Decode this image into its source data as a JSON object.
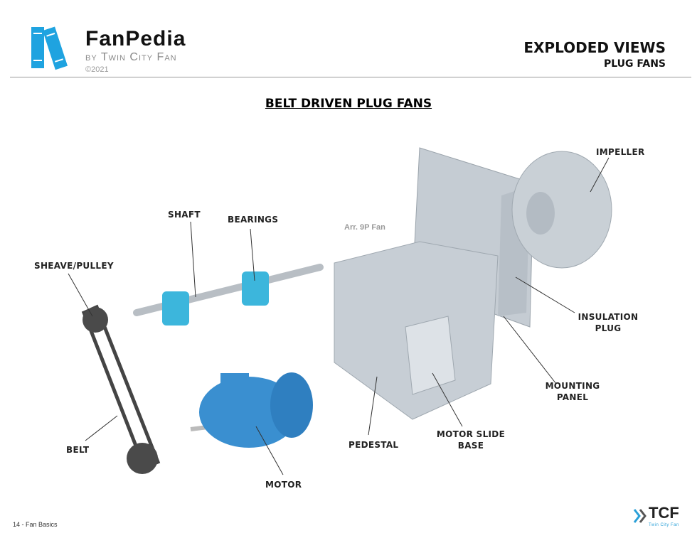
{
  "header": {
    "brand": "FanPedia",
    "byline": "by Twin City Fan",
    "copyright": "©2021",
    "title": "EXPLODED VIEWS",
    "subtitle": "PLUG FANS"
  },
  "section_title": "BELT DRIVEN PLUG FANS",
  "diagram_note": "Arr. 9P Fan",
  "labels": {
    "shaft": "SHAFT",
    "bearings": "BEARINGS",
    "sheave": "SHEAVE/PULLEY",
    "belt": "BELT",
    "motor": "MOTOR",
    "pedestal": "PEDESTAL",
    "slide_base_1": "MOTOR SLIDE",
    "slide_base_2": "BASE",
    "impeller": "IMPELLER",
    "insulation_1": "INSULATION",
    "insulation_2": "PLUG",
    "mounting_1": "MOUNTING",
    "mounting_2": "PANEL"
  },
  "footer": {
    "page": "14 - Fan Basics",
    "logo": "TCF",
    "logo_sub": "Twin City Fan"
  },
  "colors": {
    "brand_blue": "#1fa3e0",
    "motor_blue": "#3a8fd0",
    "housing_gray": "#c8d0d8"
  }
}
